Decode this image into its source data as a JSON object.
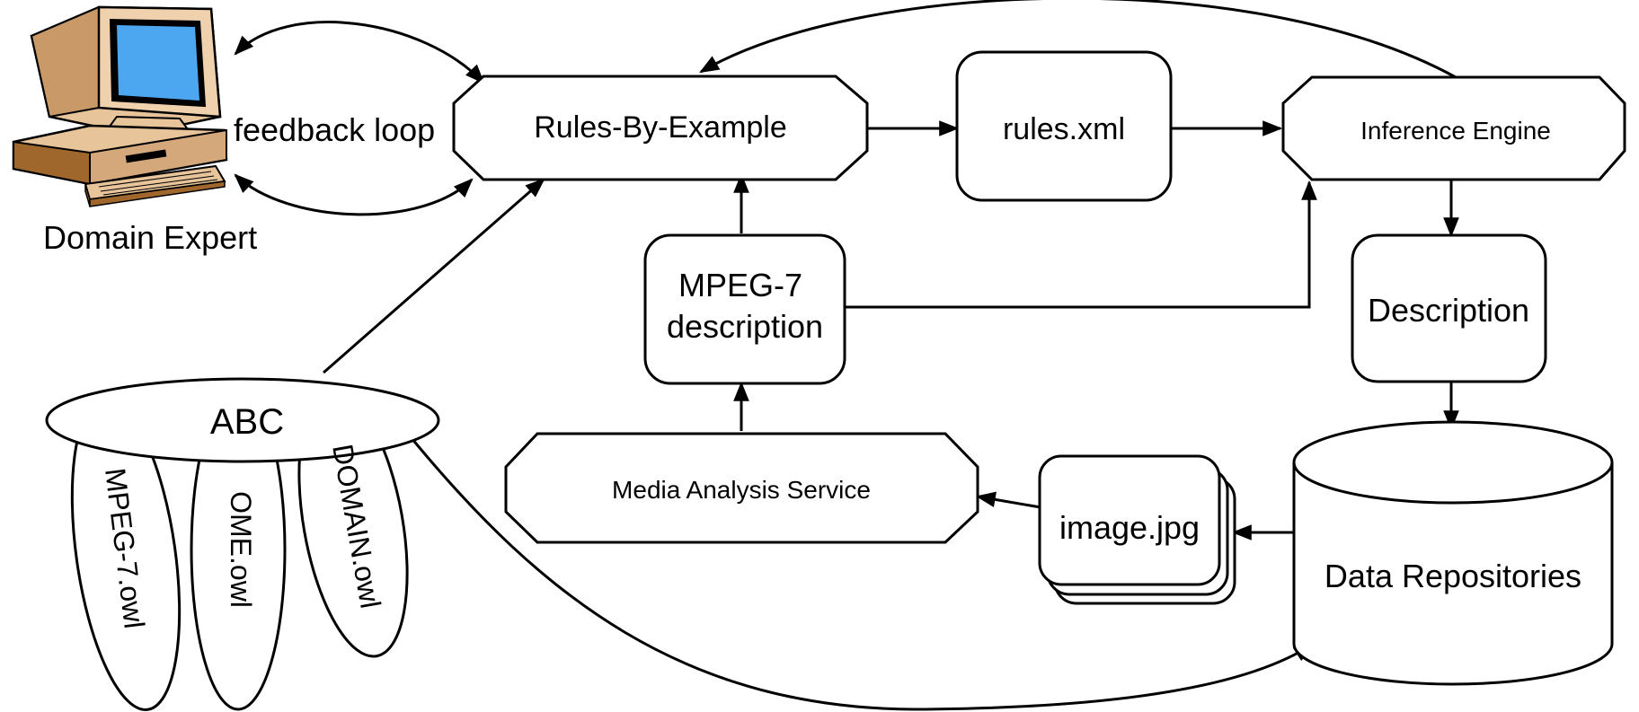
{
  "diagram": {
    "domain_expert": "Domain Expert",
    "feedback_loop": "feedback loop",
    "rules_by_example": "Rules-By-Example",
    "rules_xml": "rules.xml",
    "inference_engine": "Inference Engine",
    "mpeg7_line1": "MPEG-7",
    "mpeg7_line2": "description",
    "description": "Description",
    "media_analysis_service": "Media Analysis Service",
    "image_jpg": "image.jpg",
    "data_repositories": "Data Repositories",
    "abc": "ABC",
    "mpeg7_owl": "MPEG-7.owl",
    "ome_owl": "OME.owl",
    "domain_owl": "DOMAIN.owl"
  },
  "colors": {
    "screen": "#4da6f0",
    "computer_body": "#e8c49a",
    "computer_shadow": "#a0672d"
  }
}
